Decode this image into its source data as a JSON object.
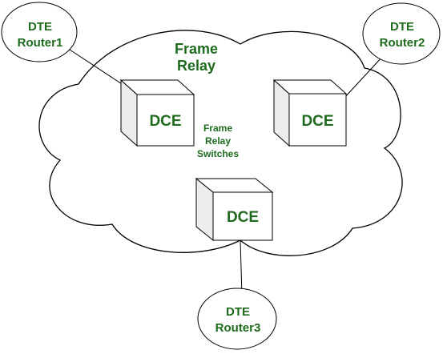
{
  "colors": {
    "label_green": "#1e6b1e",
    "stroke": "#000000",
    "box_shade": "#e6e6e6",
    "box_front": "#ffffff"
  },
  "cloud": {
    "title_line1": "Frame",
    "title_line2": "Relay",
    "switches_line1": "Frame",
    "switches_line2": "Relay",
    "switches_line3": "Switches"
  },
  "routers": [
    {
      "line1": "DTE",
      "line2": "Router1"
    },
    {
      "line1": "DTE",
      "line2": "Router2"
    },
    {
      "line1": "DTE",
      "line2": "Router3"
    }
  ],
  "switches": [
    {
      "label": "DCE"
    },
    {
      "label": "DCE"
    },
    {
      "label": "DCE"
    }
  ]
}
